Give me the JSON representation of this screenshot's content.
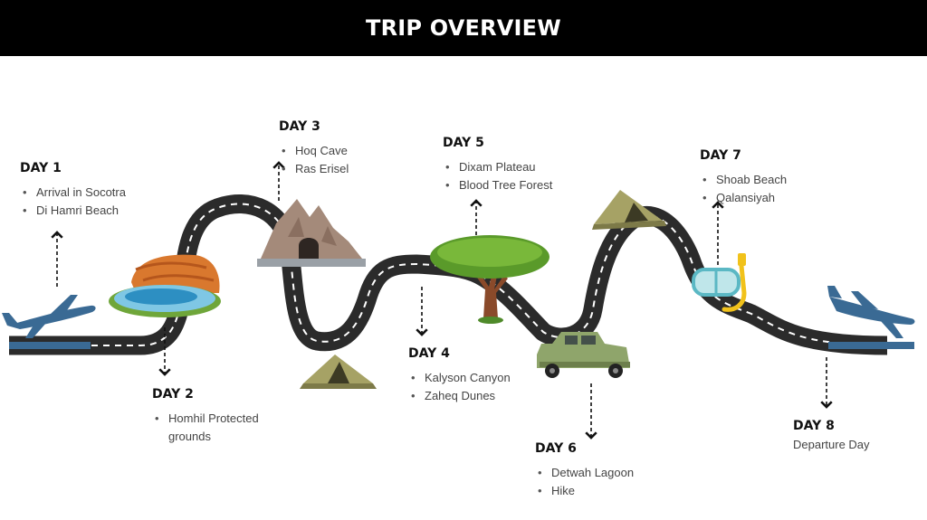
{
  "header": {
    "title": "TRIP OVERVIEW"
  },
  "days": [
    {
      "id": "day-1",
      "title": "DAY 1",
      "items": [
        "Arrival in Socotra",
        "Di Hamri Beach"
      ]
    },
    {
      "id": "day-2",
      "title": "DAY 2",
      "items": [
        "Homhil Protected grounds"
      ]
    },
    {
      "id": "day-3",
      "title": "DAY 3",
      "items": [
        "Hoq Cave",
        "Ras Erisel"
      ]
    },
    {
      "id": "day-4",
      "title": "DAY 4",
      "items": [
        "Kalyson Canyon",
        "Zaheq Dunes"
      ]
    },
    {
      "id": "day-5",
      "title": "DAY 5",
      "items": [
        "Dixam Plateau",
        "Blood Tree Forest"
      ]
    },
    {
      "id": "day-6",
      "title": "DAY 6",
      "items": [
        "Detwah Lagoon",
        "Hike"
      ]
    },
    {
      "id": "day-7",
      "title": "DAY 7",
      "items": [
        "Shoab Beach",
        "Qalansiyah"
      ]
    },
    {
      "id": "day-8",
      "title": "DAY 8",
      "text": "Departure Day"
    }
  ],
  "icons": [
    "airplane-arrival-icon",
    "lagoon-rock-icon",
    "cave-icon",
    "tent-icon",
    "dragon-blood-tree-icon",
    "jeep-icon",
    "snorkel-mask-icon",
    "airplane-departure-icon"
  ],
  "colors": {
    "road": "#2b2b2b",
    "road_dash": "#ffffff",
    "plane": "#3a6a94",
    "header_bg": "#000000"
  }
}
